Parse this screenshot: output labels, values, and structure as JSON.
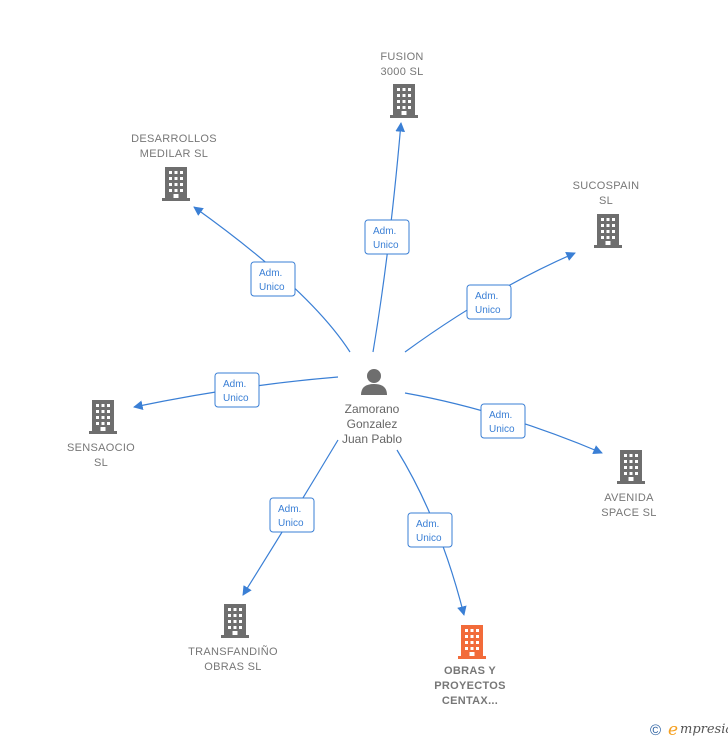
{
  "colors": {
    "edge": "#3a7fd5",
    "company_icon": "#6e6e6e",
    "company_icon_highlight": "#f26b3a",
    "label": "#777777"
  },
  "center": {
    "name_lines": [
      "Zamorano",
      "Gonzalez",
      "Juan Pablo"
    ],
    "icon": "person-icon"
  },
  "relation": {
    "line1": "Adm.",
    "line2": "Unico"
  },
  "companies": [
    {
      "id": "fusion",
      "lines": [
        "FUSION",
        "3000  SL"
      ],
      "icon": "building-icon",
      "highlight": false
    },
    {
      "id": "desarrollos",
      "lines": [
        "DESARROLLOS",
        "MEDILAR SL"
      ],
      "icon": "building-icon",
      "highlight": false
    },
    {
      "id": "sucospain",
      "lines": [
        "SUCOSPAIN",
        "SL"
      ],
      "icon": "building-icon",
      "highlight": false
    },
    {
      "id": "sensaocio",
      "lines": [
        "SENSAOCIO",
        "SL"
      ],
      "icon": "building-icon",
      "highlight": false
    },
    {
      "id": "avenida",
      "lines": [
        "AVENIDA",
        "SPACE SL"
      ],
      "icon": "building-icon",
      "highlight": false
    },
    {
      "id": "transfandino",
      "lines": [
        "TRANSFANDIÑO",
        "OBRAS  SL"
      ],
      "icon": "building-icon",
      "highlight": false
    },
    {
      "id": "obras",
      "lines": [
        "OBRAS Y",
        "PROYECTOS",
        "CENTAX..."
      ],
      "icon": "building-icon",
      "highlight": true
    }
  ],
  "footer": {
    "copyright": "©",
    "brand": "mpresia",
    "brand_initial": "e"
  }
}
